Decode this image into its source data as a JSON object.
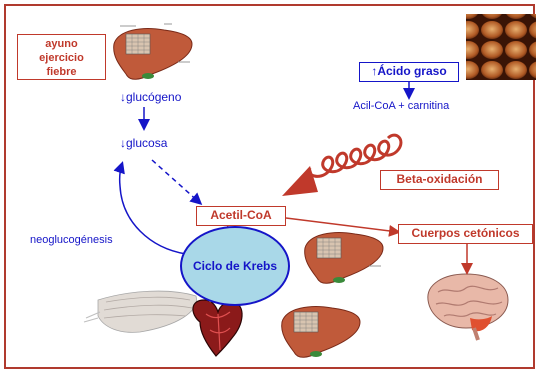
{
  "conditions": "ayuno ejercicio fiebre",
  "glycogen": "↓glucógeno",
  "glucose": "↓glucosa",
  "fatty_acid": "↑Ácido graso",
  "acyl_coa": "Acil-CoA + carnitina",
  "beta_oxidation": "Beta-oxidación",
  "acetyl_coa": "Acetil-CoA",
  "ketone_bodies": "Cuerpos cetónicos",
  "gluconeogenesis": "neoglucogénesis",
  "krebs": "Ciclo de Krebs",
  "colors": {
    "frame": "#b03a2e",
    "box_text": "#c0392b",
    "blue": "#1515c8",
    "spring": "#c0392b",
    "krebs_fill": "#a9d8e8"
  },
  "icons": [
    "liver-image",
    "fat-cells-image",
    "brain-image",
    "heart-image",
    "muscle-image"
  ]
}
